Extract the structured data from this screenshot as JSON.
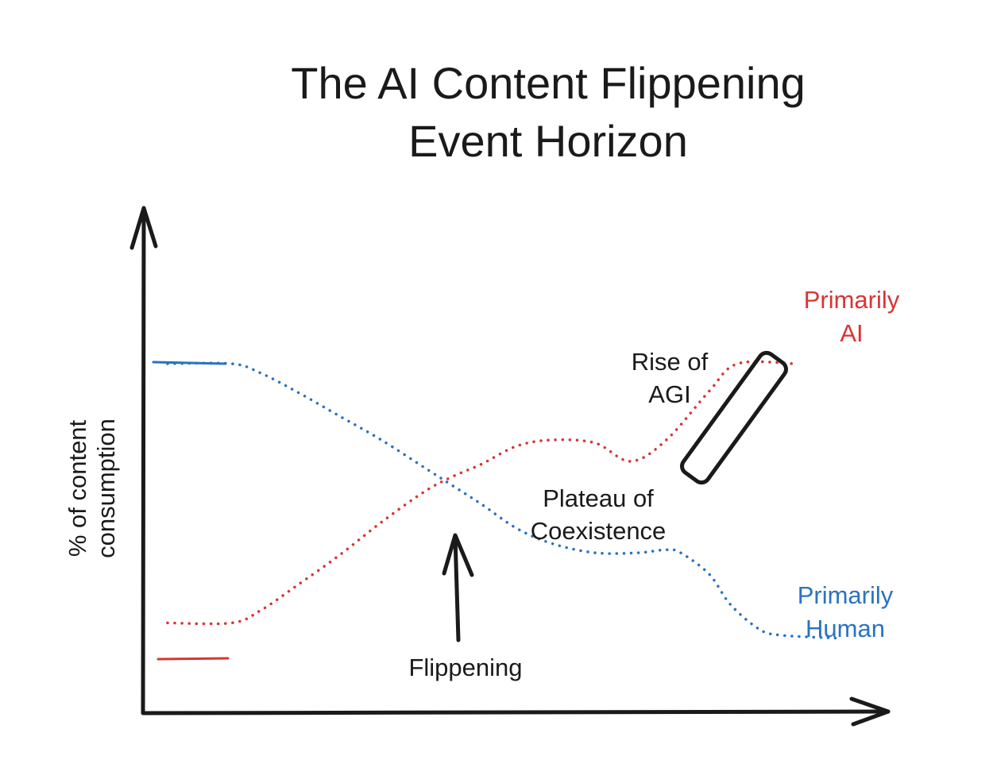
{
  "title_lines": [
    "The AI Content Flippening",
    "Event Horizon"
  ],
  "ylabel_lines": [
    "% of content",
    "consumption"
  ],
  "annotations": {
    "flippening": "Flippening",
    "plateau": [
      "Plateau of",
      "Coexistence"
    ],
    "agi": [
      "Rise of",
      "AGI"
    ],
    "primarily_ai": [
      "Primarily",
      "AI"
    ],
    "primarily_human": [
      "Primarily",
      "Human"
    ]
  },
  "colors": {
    "ai": "#d93434",
    "human": "#2a73c0",
    "ink": "#1a1a1a"
  },
  "chart_data": {
    "type": "line",
    "xlabel": "",
    "ylabel": "% of content consumption",
    "grid": false,
    "legend": "none",
    "xlim": [
      0,
      100
    ],
    "ylim": [
      0,
      100
    ],
    "series": [
      {
        "color": "#2a73c0",
        "style": "dotted",
        "points": [
          [
            2,
            100
          ],
          [
            11,
            100
          ],
          [
            15,
            97
          ],
          [
            20,
            91
          ],
          [
            26,
            83
          ],
          [
            32,
            75
          ],
          [
            38,
            66
          ],
          [
            42,
            60
          ],
          [
            46,
            54
          ],
          [
            51,
            46
          ],
          [
            56,
            41
          ],
          [
            62,
            38
          ],
          [
            68,
            38
          ],
          [
            72,
            39
          ],
          [
            74,
            38
          ],
          [
            78,
            31
          ],
          [
            81,
            21
          ],
          [
            85,
            13
          ],
          [
            88,
            11
          ],
          [
            96,
            10
          ]
        ]
      },
      {
        "color": "#d93434",
        "style": "dotted",
        "points": [
          [
            2,
            15
          ],
          [
            11,
            15
          ],
          [
            15,
            19
          ],
          [
            20,
            27
          ],
          [
            26,
            37
          ],
          [
            32,
            48
          ],
          [
            38,
            58
          ],
          [
            42,
            63
          ],
          [
            46,
            67
          ],
          [
            51,
            73
          ],
          [
            56,
            75
          ],
          [
            62,
            74
          ],
          [
            67,
            68
          ],
          [
            72,
            75
          ],
          [
            78,
            91
          ],
          [
            82,
            100
          ],
          [
            90,
            100
          ]
        ]
      }
    ],
    "annotations": [
      {
        "text": "Flippening",
        "x": 42,
        "y": 60
      },
      {
        "text": "Plateau of Coexistence",
        "x": 62,
        "y": 62
      },
      {
        "text": "Rise of AGI",
        "x": 75,
        "y": 81
      },
      {
        "text": "Primarily AI",
        "x": 90,
        "y": 100
      },
      {
        "text": "Primarily Human",
        "x": 96,
        "y": 10
      }
    ]
  }
}
